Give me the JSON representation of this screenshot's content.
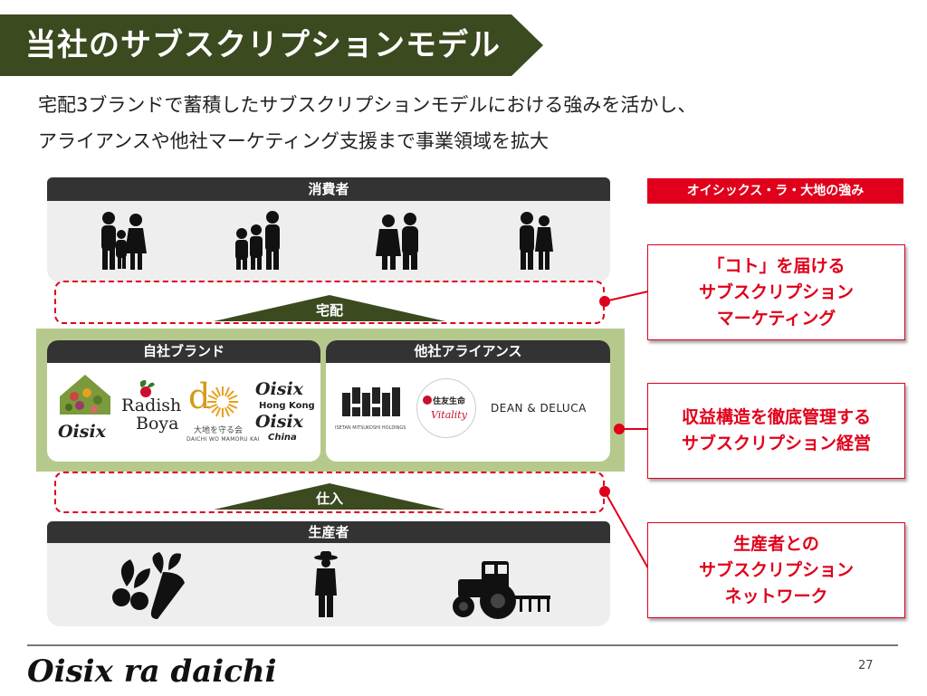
{
  "header": {
    "title": "当社のサブスクリプションモデル",
    "subtitle_line1": "宅配3ブランドで蓄積したサブスクリプションモデルにおける強みを活かし、",
    "subtitle_line2": "アライアンスや他社マーケティング支援まで事業領域を拡大"
  },
  "diagram": {
    "consumers_label": "消費者",
    "delivery_label": "宅配",
    "own_brands_label": "自社ブランド",
    "alliance_label": "他社アライアンス",
    "procurement_label": "仕入",
    "producers_label": "生産者"
  },
  "own_brands": {
    "oisix": "Oisix",
    "radish_line1": "Radish",
    "radish_line2": "Boya",
    "daichi_mark": "d",
    "daichi_jp": "大地を守る会",
    "daichi_en": "DAICHI WO MAMORU KAI",
    "oisix_hk": "Oisix",
    "hk_label": "Hong Kong",
    "oisix_cn": "Oisix",
    "cn_label": "China"
  },
  "alliances": {
    "isetan_caption": "ISETAN MITSUKOSHI HOLDINGS",
    "sumitomo_jp": "住友生命",
    "vitality": "Vitality",
    "dean_deluca": "DEAN & DELUCA"
  },
  "strengths": {
    "badge": "オイシックス・ラ・大地の強み",
    "item1": [
      "「コト」を届ける",
      "サブスクリプション",
      "マーケティング"
    ],
    "item2": [
      "収益構造を徹底管理する",
      "サブスクリプション経営"
    ],
    "item3": [
      "生産者との",
      "サブスクリプション",
      "ネットワーク"
    ]
  },
  "footer": {
    "logo": "Oisix ra daichi",
    "page_number": "27"
  },
  "colors": {
    "banner_green": "#3b4a1f",
    "accent_red": "#e0001b",
    "panel_green": "#b6c98c",
    "dark_bar": "#333333"
  }
}
